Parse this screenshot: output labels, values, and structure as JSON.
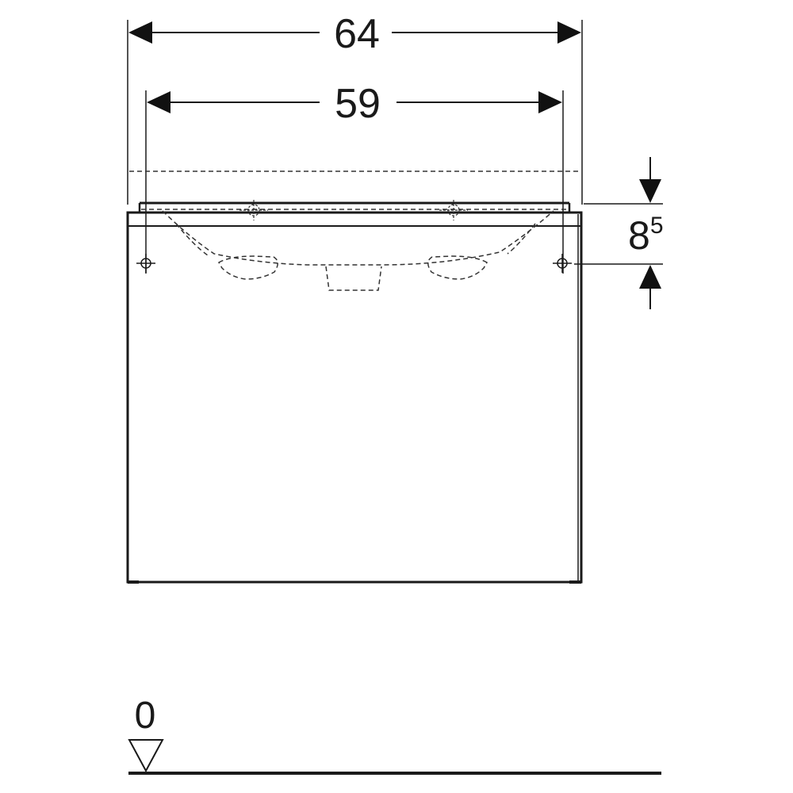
{
  "dimensions": {
    "overall_width": "64",
    "hole_spacing": "59",
    "height_base": "8",
    "height_sup": "5",
    "floor_level": "0"
  },
  "colors": {
    "line": "#1a1a1a",
    "background": "#ffffff"
  }
}
